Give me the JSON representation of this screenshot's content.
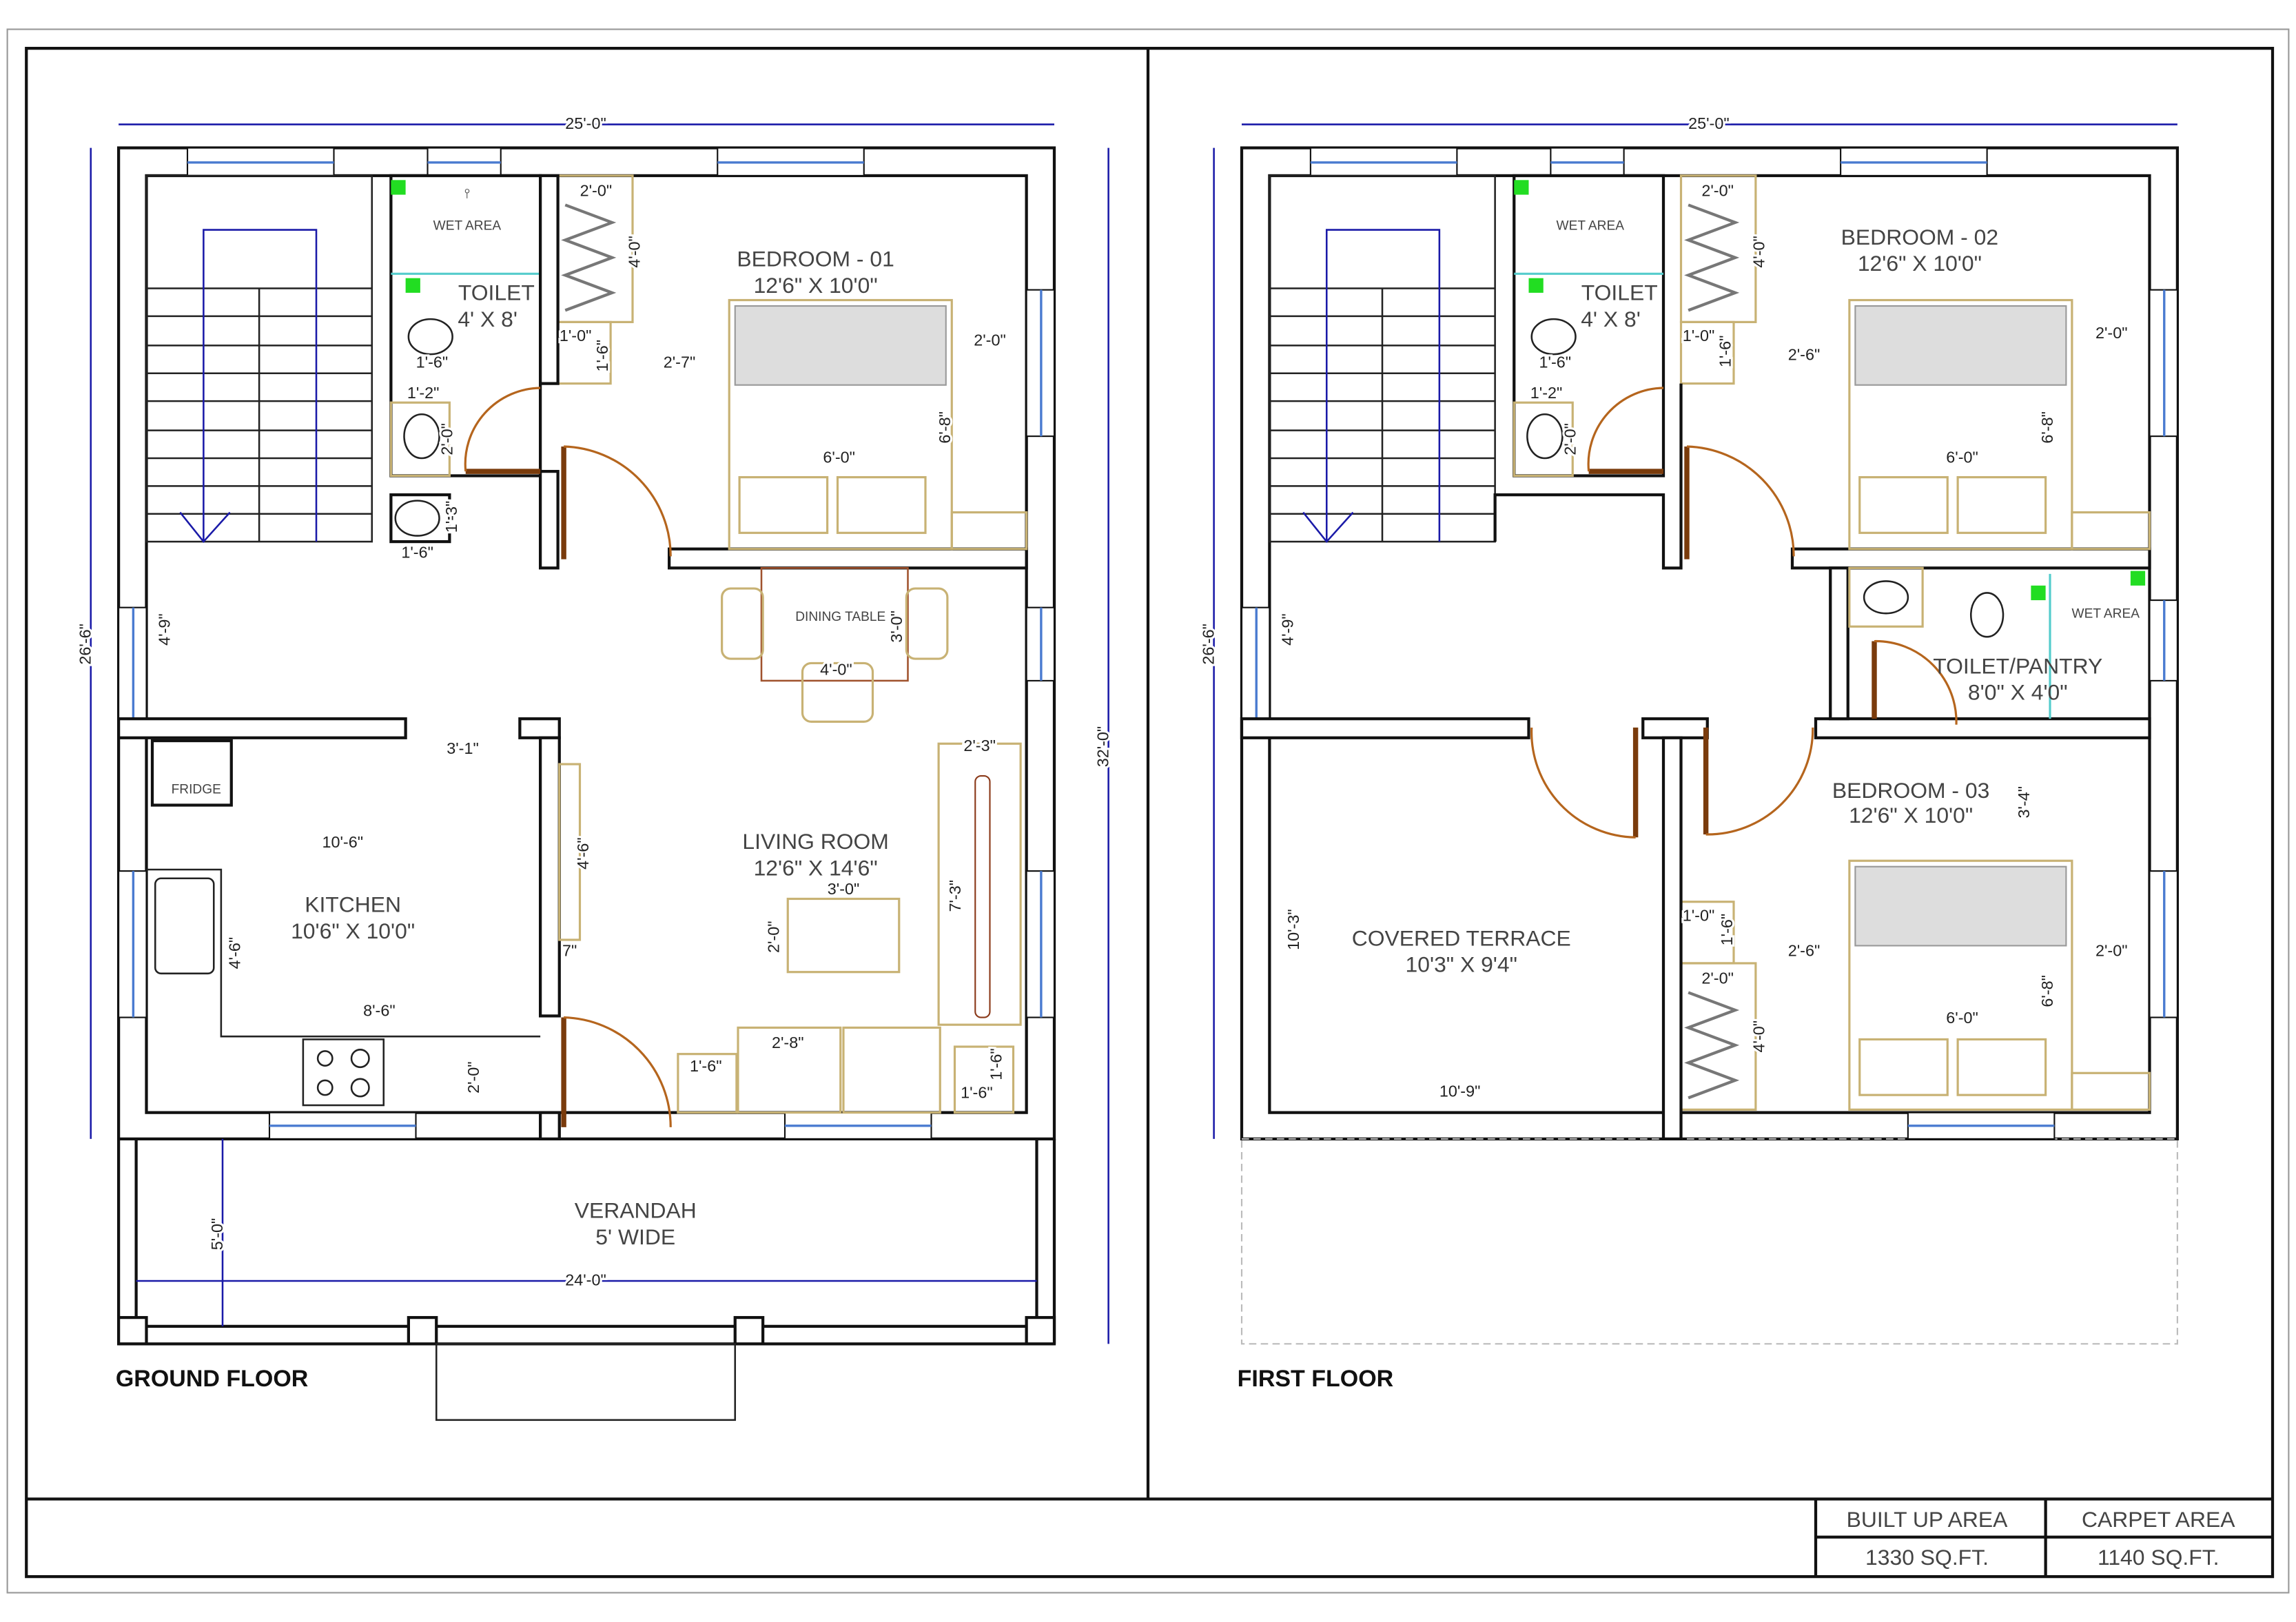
{
  "ground_floor": {
    "title": "GROUND FLOOR",
    "rooms": {
      "bedroom_name": "BEDROOM - 01",
      "bedroom_size": "12'6\" X 10'0\"",
      "toilet_name": "TOILET",
      "toilet_size": "4' X 8'",
      "wet_area": "WET AREA",
      "dining": "DINING TABLE",
      "fridge": "FRIDGE",
      "living_name": "LIVING ROOM",
      "living_size": "12'6\" X 14'6\"",
      "kitchen_name": "KITCHEN",
      "kitchen_size": "10'6\" X 10'0\"",
      "verandah_name": "VERANDAH",
      "verandah_size": "5' WIDE"
    },
    "dims": [
      "25'-0\"",
      "26'-6\"",
      "32'-0\"",
      "2'-0\"",
      "4'-0\"",
      "1'-0\"",
      "1'-6\"",
      "2'-7\"",
      "2'-0\"",
      "6'-8\"",
      "6'-0\"",
      "1'-6\"",
      "1'-2\"",
      "2'-0\"",
      "1'-3\"",
      "1'-6\"",
      "4'-9\"",
      "3'-0\"",
      "4'-0\"",
      "3'-1\"",
      "2'-3\"",
      "10'-6\"",
      "4'-6\"",
      "3'-0\"",
      "2'-0\"",
      "7'-3\"",
      "4'-6\"",
      "7\"",
      "8'-6\"",
      "2'-8\"",
      "1'-6\"",
      "1'-6\"",
      "1'-6\"",
      "2'-0\"",
      "5'-0\"",
      "24'-0\""
    ]
  },
  "first_floor": {
    "title": "FIRST FLOOR",
    "rooms": {
      "bedroom2_name": "BEDROOM - 02",
      "bedroom2_size": "12'6\" X 10'0\"",
      "toilet_name": "TOILET",
      "toilet_size": "4' X 8'",
      "wet_area": "WET AREA",
      "pantry_name": "TOILET/PANTRY",
      "pantry_size": "8'0\" X 4'0\"",
      "pantry_wet_area": "WET AREA",
      "bedroom3_name": "BEDROOM - 03",
      "bedroom3_size": "12'6\" X 10'0\"",
      "terrace_name": "COVERED TERRACE",
      "terrace_size": "10'3\" X 9'4\""
    },
    "dims": [
      "25'-0\"",
      "26'-6\"",
      "2'-0\"",
      "4'-0\"",
      "1'-0\"",
      "1'-6\"",
      "2'-6\"",
      "2'-0\"",
      "6'-8\"",
      "6'-0\"",
      "1'-6\"",
      "1'-2\"",
      "2'-0\"",
      "4'-9\"",
      "3'-4\"",
      "1'-0\"",
      "1'-6\"",
      "2'-0\"",
      "2'-6\"",
      "2'-0\"",
      "6'-8\"",
      "4'-0\"",
      "6'-0\"",
      "10'-3\"",
      "10'-9\""
    ]
  },
  "title_block": {
    "built_up_label": "BUILT UP AREA",
    "built_up_value": "1330 SQ.FT.",
    "carpet_label": "CARPET AREA",
    "carpet_value": "1140 SQ.FT."
  },
  "colors": {
    "wall": "#111111",
    "dimension": "#1a1aa8",
    "furniture": "#c8b274",
    "door": "#b5651d",
    "marker": "#22dd22"
  }
}
